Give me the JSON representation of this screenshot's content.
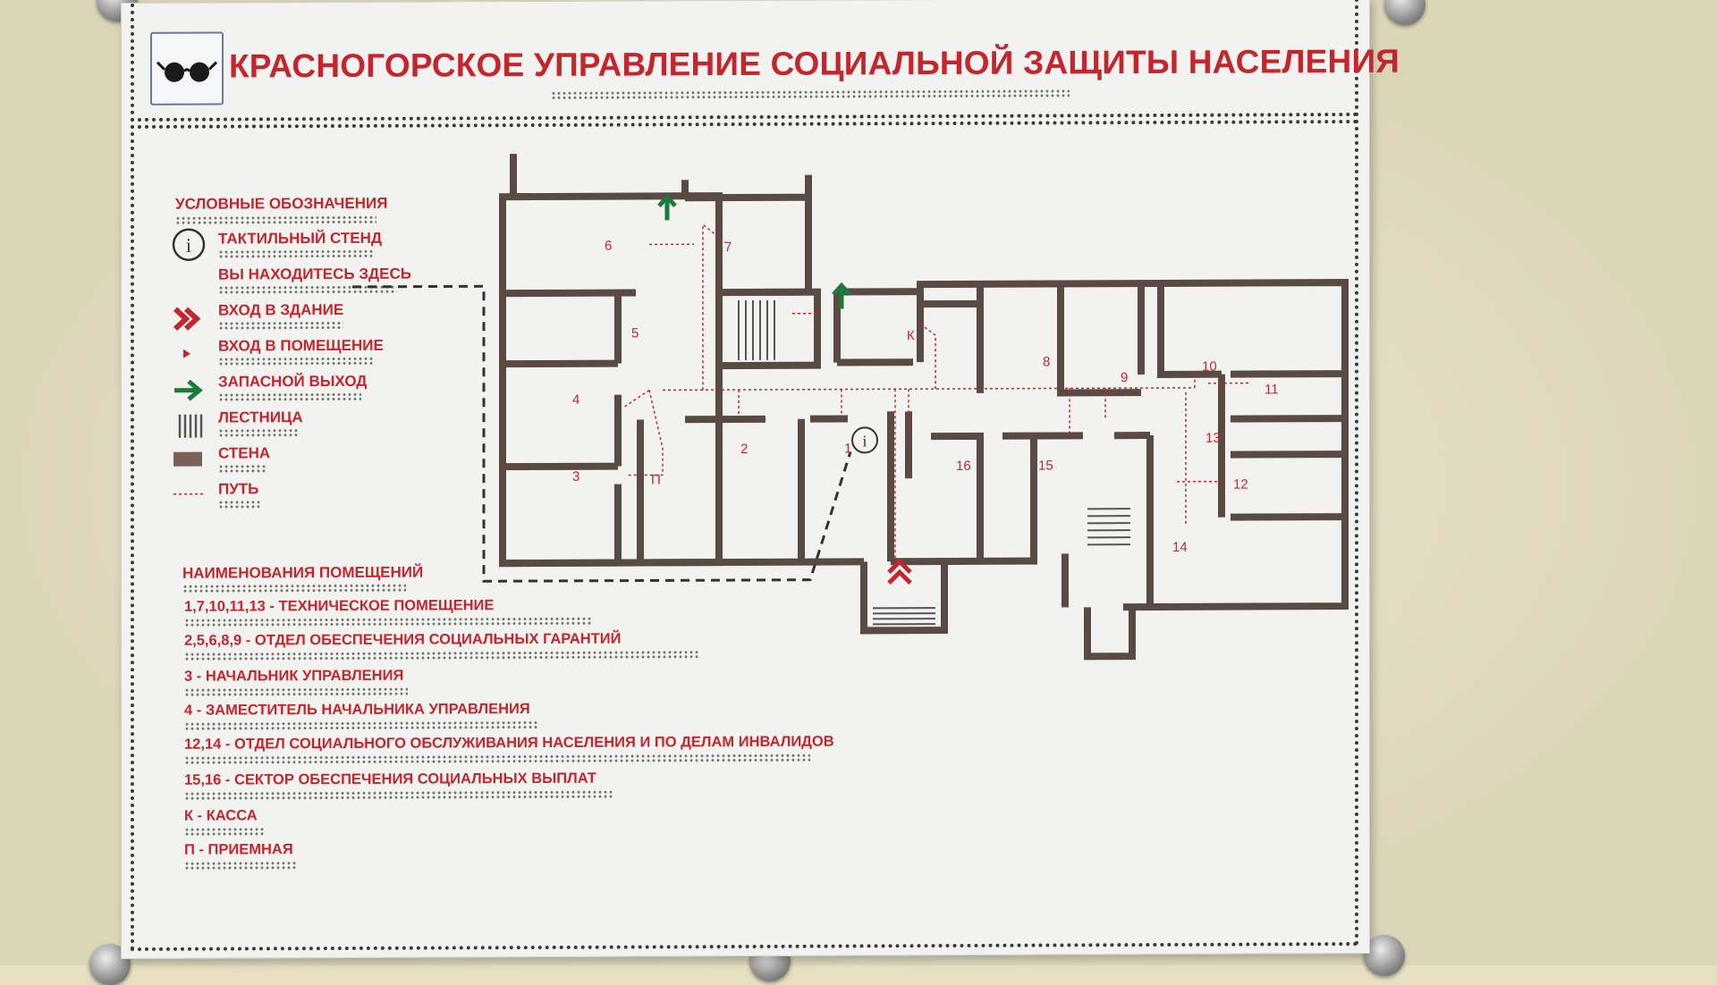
{
  "sign": {
    "title": "КРАСНОГОРСКОЕ УПРАВЛЕНИЕ СОЦИАЛЬНОЙ ЗАЩИТЫ НАСЕЛЕНИЯ"
  },
  "legend": {
    "title": "УСЛОВНЫЕ ОБОЗНАЧЕНИЯ",
    "items": [
      {
        "label": "ТАКТИЛЬНЫЙ СТЕНД",
        "icon": "info-circle-icon"
      },
      {
        "label": "ВЫ НАХОДИТЕСЬ ЗДЕСЬ",
        "icon": "dashed-line-icon"
      },
      {
        "label": "ВХОД В ЗДАНИЕ",
        "icon": "double-chevron-icon"
      },
      {
        "label": "ВХОД В ПОМЕЩЕНИЕ",
        "icon": "small-arrow-icon"
      },
      {
        "label": "ЗАПАСНОЙ ВЫХОД",
        "icon": "green-arrow-icon"
      },
      {
        "label": "ЛЕСТНИЦА",
        "icon": "stairs-icon"
      },
      {
        "label": "СТЕНА",
        "icon": "wall-icon"
      },
      {
        "label": "ПУТЬ",
        "icon": "path-icon"
      }
    ]
  },
  "rooms_heading": "НАИМЕНОВАНИЯ ПОМЕЩЕНИЙ",
  "rooms": [
    "1,7,10,11,13 - ТЕХНИЧЕСКОЕ ПОМЕЩЕНИЕ",
    "2,5,6,8,9 - ОТДЕЛ ОБЕСПЕЧЕНИЯ СОЦИАЛЬНЫХ ГАРАНТИЙ",
    "3 - НАЧАЛЬНИК УПРАВЛЕНИЯ",
    "4 - ЗАМЕСТИТЕЛЬ НАЧАЛЬНИКА УПРАВЛЕНИЯ",
    "12,14 - ОТДЕЛ СОЦИАЛЬНОГО ОБСЛУЖИВАНИЯ НАСЕЛЕНИЯ И ПО ДЕЛАМ ИНВАЛИДОВ",
    "15,16 - СЕКТОР ОБЕСПЕЧЕНИЯ СОЦИАЛЬНЫХ ВЫПЛАТ",
    "К - КАССА",
    "П - ПРИЕМНАЯ"
  ],
  "plan_labels": {
    "r1": "1",
    "r2": "2",
    "r3": "3",
    "r4": "4",
    "r5": "5",
    "r6": "6",
    "r7": "7",
    "r8": "8",
    "r9": "9",
    "r10": "10",
    "r11": "11",
    "r12": "12",
    "r13": "13",
    "r14": "14",
    "r15": "15",
    "r16": "16",
    "kassa": "К",
    "priemnaya": "П"
  },
  "colors": {
    "accent_red": "#c4262e",
    "exit_green": "#1e7a3a",
    "wall": "#5a4a44"
  }
}
